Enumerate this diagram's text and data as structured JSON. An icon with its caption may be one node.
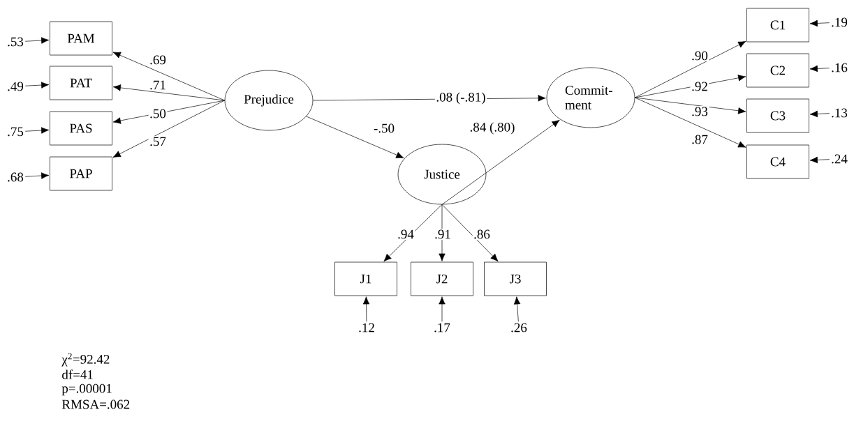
{
  "diagram": {
    "nodes": [
      {
        "text": [
          "Prejudice"
        ]
      },
      {
        "text": [
          "Commit- ment"
        ]
      },
      {
        "text": [
          "Justice"
        ]
      },
      {
        "text": [
          "PAM"
        ]
      },
      {
        "text": [
          "PAT"
        ]
      },
      {
        "text": [
          "PAS"
        ]
      },
      {
        "text": [
          "PAP"
        ]
      },
      {
        "text": [
          "C1"
        ]
      },
      {
        "text": [
          "C2"
        ]
      },
      {
        "text": [
          "C3"
        ]
      },
      {
        "text": [
          "C4"
        ]
      },
      {
        "text": [
          "J1"
        ]
      },
      {
        "text": [
          "J2"
        ]
      },
      {
        "text": [
          "J3"
        ]
      },
      {
        "text": [
          ".53"
        ]
      },
      {
        "text": [
          ".49"
        ]
      },
      {
        "text": [
          ".75"
        ]
      },
      {
        "text": [
          ".68"
        ]
      },
      {
        "text": [
          ".19"
        ]
      },
      {
        "text": [
          ".16"
        ]
      },
      {
        "text": [
          ".13"
        ]
      },
      {
        "text": [
          ".24"
        ]
      },
      {
        "text": [
          ".12"
        ]
      },
      {
        "text": [
          ".17"
        ]
      },
      {
        "text": [
          ".26"
        ]
      }
    ],
    "edges": [
      {
        "from": 0,
        "to": 3,
        "arrow": "to",
        "label": ".69"
      },
      {
        "from": 0,
        "to": 4,
        "arrow": "to",
        "label": ".71"
      },
      {
        "from": 0,
        "to": 5,
        "arrow": "to",
        "label": ".50"
      },
      {
        "from": 0,
        "to": 6,
        "arrow": "to",
        "label": ".57"
      },
      {
        "from": 0,
        "to": 1,
        "arrow": "to",
        "label": ".08 (-.81)"
      },
      {
        "from": 0,
        "to": 2,
        "arrow": "to",
        "label": "-.50"
      },
      {
        "from": 2,
        "to": 1,
        "arrow": "to",
        "label": ".84 (.80)"
      },
      {
        "from": 1,
        "to": 7,
        "arrow": "to",
        "label": ".90"
      },
      {
        "from": 1,
        "to": 8,
        "arrow": "to",
        "label": ".92"
      },
      {
        "from": 1,
        "to": 9,
        "arrow": "to",
        "label": ".93"
      },
      {
        "from": 1,
        "to": 10,
        "arrow": "to",
        "label": ".87"
      },
      {
        "from": 2,
        "to": 11,
        "arrow": "to",
        "label": ".94"
      },
      {
        "from": 2,
        "to": 12,
        "arrow": "to",
        "label": ".91"
      },
      {
        "from": 2,
        "to": 13,
        "arrow": "to",
        "label": ".86"
      },
      {
        "from": 14,
        "to": 3,
        "arrow": "to"
      },
      {
        "from": 15,
        "to": 4,
        "arrow": "to"
      },
      {
        "from": 16,
        "to": 5,
        "arrow": "to"
      },
      {
        "from": 17,
        "to": 6,
        "arrow": "to"
      },
      {
        "from": 18,
        "to": 7,
        "arrow": "to"
      },
      {
        "from": 19,
        "to": 8,
        "arrow": "to"
      },
      {
        "from": 20,
        "to": 9,
        "arrow": "to"
      },
      {
        "from": 21,
        "to": 10,
        "arrow": "to"
      },
      {
        "from": 22,
        "to": 11,
        "arrow": "to"
      },
      {
        "from": 23,
        "to": 12,
        "arrow": "to"
      },
      {
        "from": 24,
        "to": 13,
        "arrow": "to"
      }
    ],
    "labels": [
      "χ$^{2}$=92.42",
      "df=41",
      "p=.00001",
      "RMSA=.062"
    ]
  }
}
